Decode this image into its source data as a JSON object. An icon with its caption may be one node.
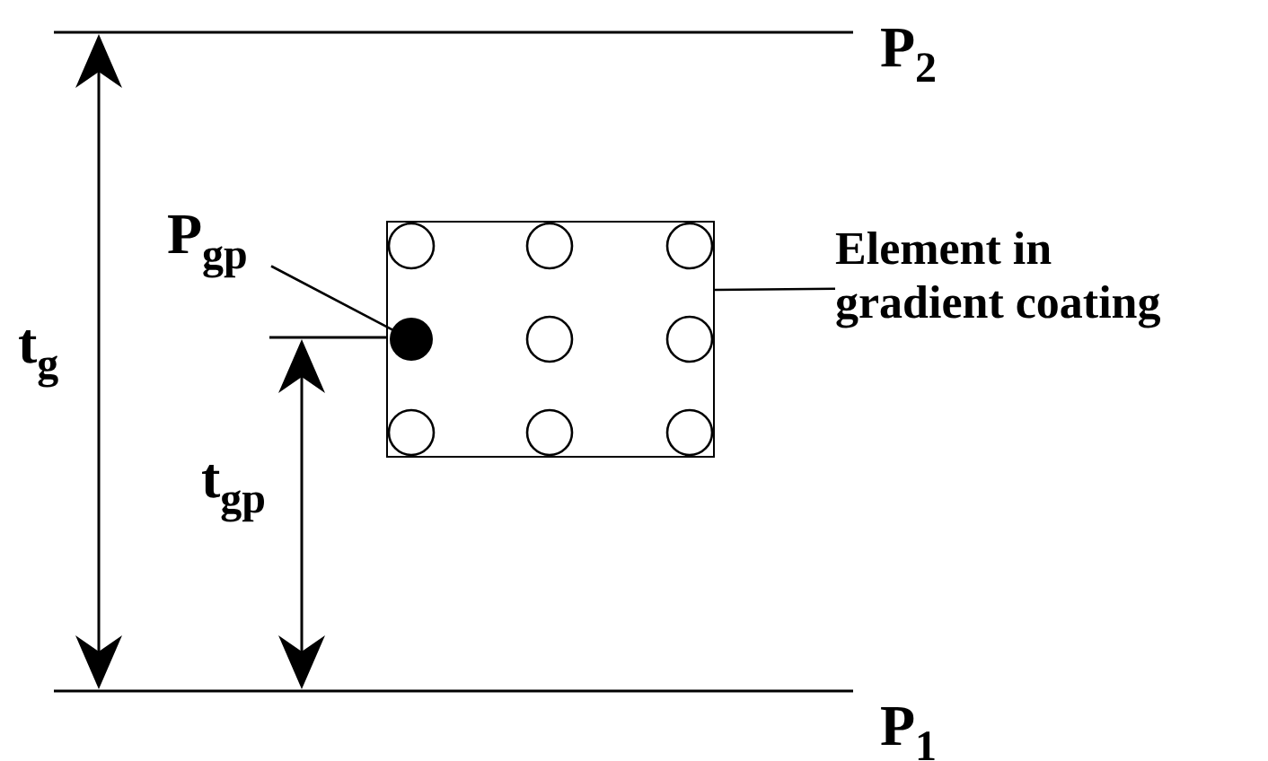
{
  "diagram": {
    "nodes": [
      {
        "text": [
          "P$_{gp}$"
        ]
      },
      {
        "text": [],
        "shape": "box"
      },
      {
        "text": [],
        "shape": "circle",
        "in": 1
      },
      {
        "text": [
          "Element in gradient coating"
        ]
      }
    ],
    "edges": [
      {
        "from": 0,
        "to": 2,
        "arrow": "none"
      },
      {
        "from": 3,
        "to": 1,
        "arrow": "none"
      }
    ],
    "labels": [
      "P$_{2}$",
      "t$_{g}$",
      "t$_{gp}$",
      "P$_{1}$"
    ]
  }
}
